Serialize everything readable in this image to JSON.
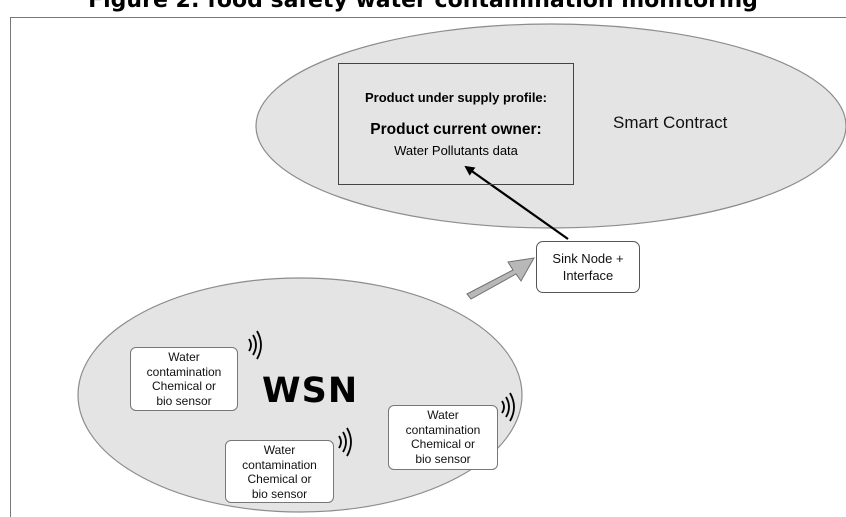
{
  "figure": {
    "title": "Figure 2: food safety water contamination monitoring"
  },
  "smart_contract": {
    "label": "Smart Contract",
    "profile_box": {
      "line1": "Product under supply profile:",
      "line2": "Product current owner:",
      "line3": "Water Pollutants data"
    }
  },
  "sink_node": {
    "line1": "Sink Node +",
    "line2": "Interface"
  },
  "wsn": {
    "label": "WSN",
    "sensors": [
      {
        "lines": [
          "Water",
          "contamination",
          "Chemical or",
          "bio sensor"
        ]
      },
      {
        "lines": [
          "Water",
          "contamination",
          "Chemical or",
          "bio sensor"
        ]
      },
      {
        "lines": [
          "Water",
          "contamination",
          "Chemical or",
          "bio sensor"
        ]
      }
    ]
  },
  "colors": {
    "ellipse_fill": "#e4e4e4",
    "ellipse_stroke": "#8c8c8c",
    "block_arrow_fill": "#b8b8b8",
    "text": "#000000"
  },
  "icons": {
    "signal": "wireless-signal-icon"
  }
}
